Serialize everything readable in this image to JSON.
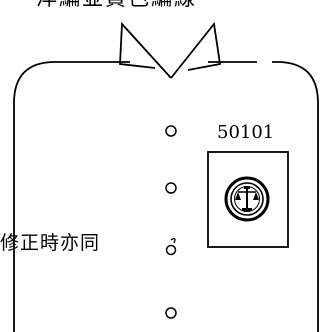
{
  "top_label": "淬編並貢色編線",
  "side_label": "修正時亦同",
  "stamp_code": "50101",
  "icons": {
    "stamp": "court-seal-icon",
    "hole": "binding-hole-icon"
  },
  "colors": {
    "line": "#000000",
    "background": "#ffffff"
  }
}
